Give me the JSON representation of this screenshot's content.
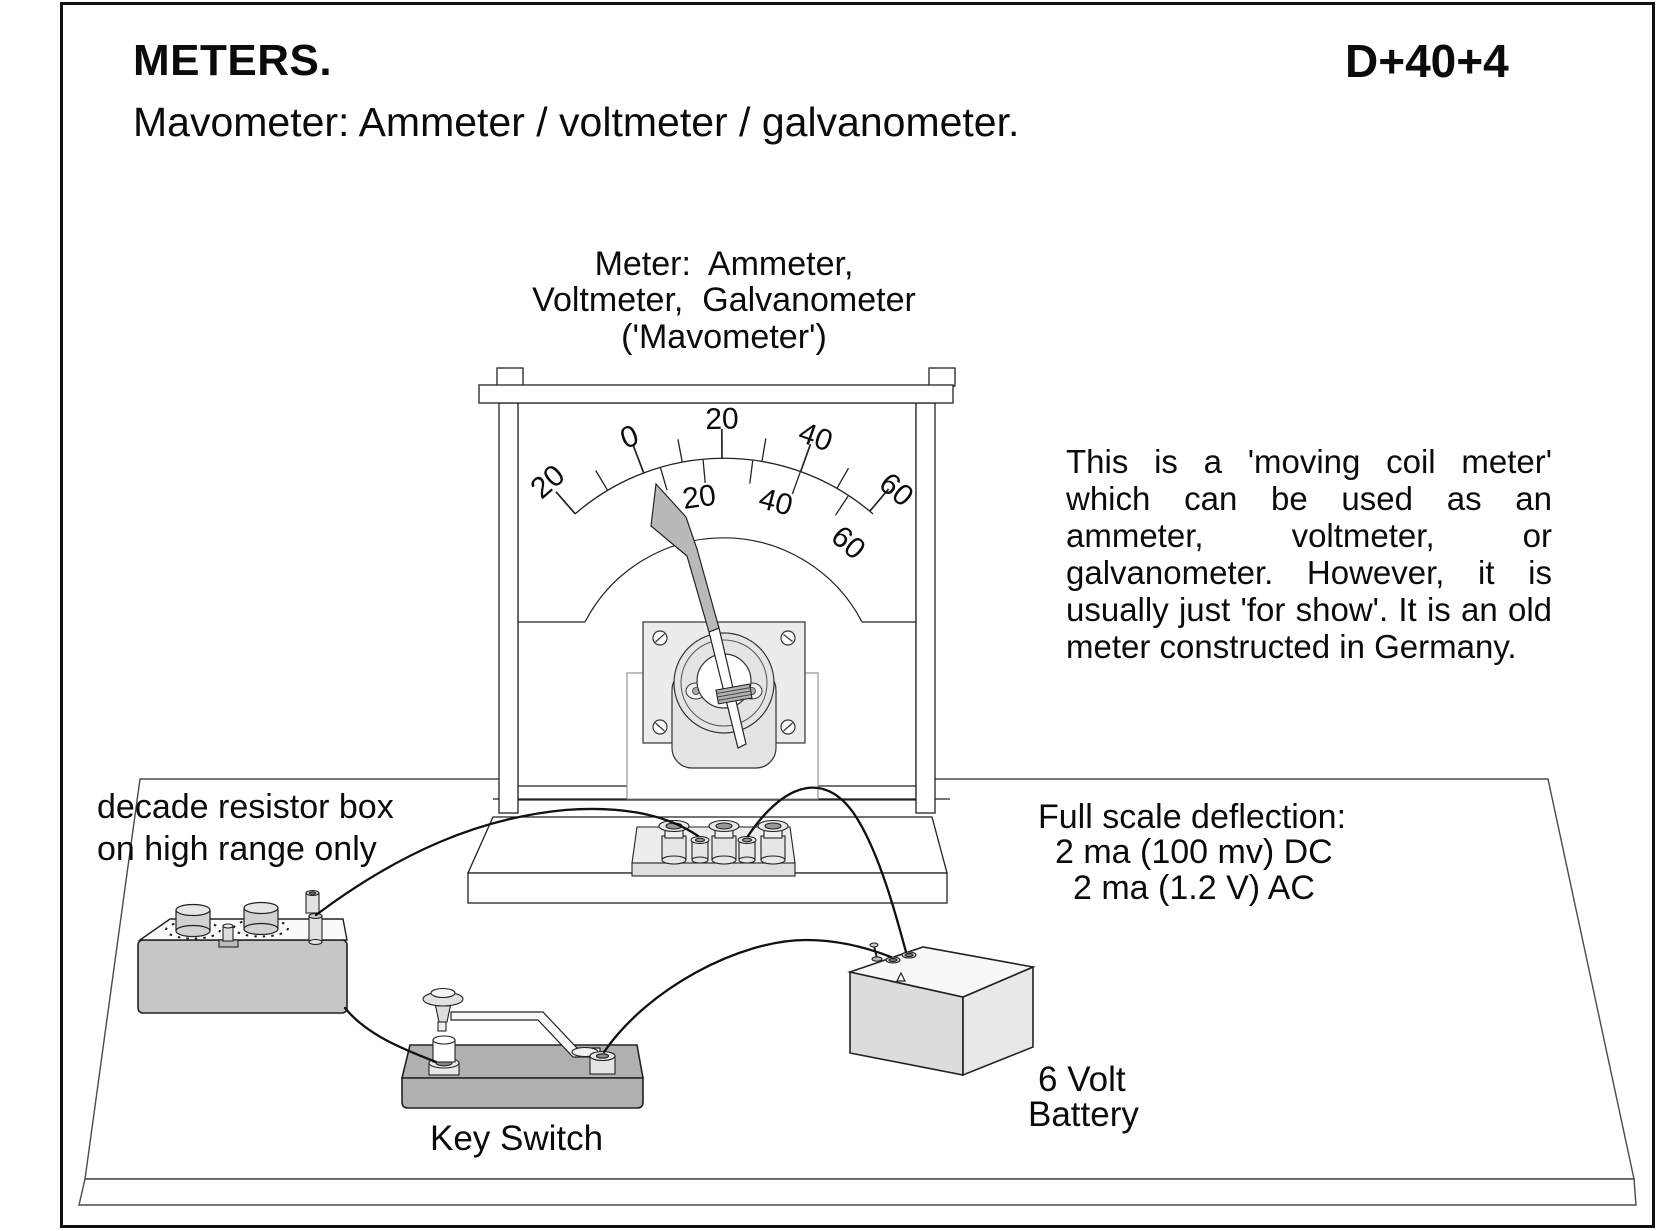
{
  "header": {
    "title": "METERS.",
    "code": "D+40+4",
    "subtitle": "Mavometer: Ammeter / voltmeter / galvanometer."
  },
  "meter": {
    "caption_line1": "Meter:  Ammeter,",
    "caption_line2": "Voltmeter,  Galvanometer",
    "caption_line3": "('Mavometer')",
    "scale": {
      "outer_labels": [
        "20",
        "0",
        "20",
        "40",
        "60"
      ],
      "inner_labels": [
        "20",
        "40",
        "60"
      ]
    }
  },
  "description": "This is a 'moving coil meter' which can be used as an ammeter, voltmeter, or galvanometer.  However, it is usually just 'for show'.  It is an old meter constructed in Germany.",
  "full_scale": {
    "line1": "Full scale deflection:",
    "line2": "2 ma (100 mv) DC",
    "line3": "2 ma (1.2 V) AC"
  },
  "labels": {
    "decade_line1": "decade resistor box",
    "decade_line2": "on high range only",
    "key_switch": "Key Switch",
    "battery_line1": "6 Volt",
    "battery_line2": "Battery"
  },
  "colors": {
    "ink": "#1a1a1a",
    "gray_light": "#ececec",
    "gray_mid": "#c6c6c6",
    "gray_dark": "#b0b0b0",
    "needle": "#b9b9b9"
  }
}
